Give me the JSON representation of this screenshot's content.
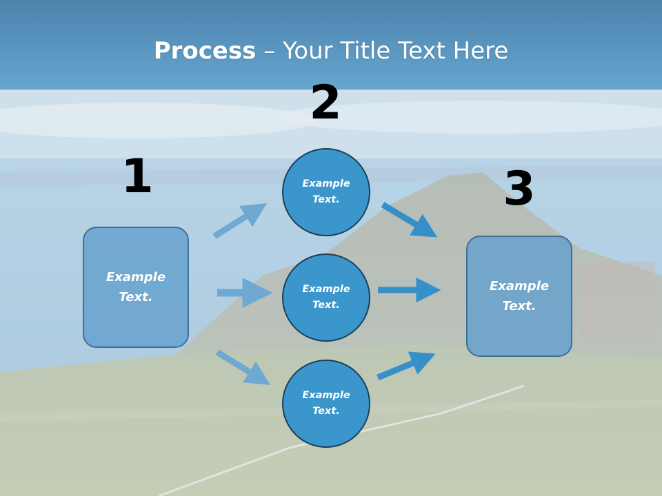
{
  "slide": {
    "title_bold": "Process",
    "title_rest": " – Your Title Text Here"
  },
  "steps": [
    {
      "number": "1",
      "text": "Example Text."
    },
    {
      "number": "2"
    },
    {
      "number": "3",
      "text": "Example Text."
    }
  ],
  "circles": [
    {
      "text": "Example Text."
    },
    {
      "text": "Example Text."
    },
    {
      "text": "Example Text."
    }
  ],
  "colors": {
    "box_fill": "#64a0cd",
    "box_border": "#3f6f96",
    "circle_fill": "#3a96cb",
    "circle_border": "#1d3d57",
    "arrow_dark": "#3590c9",
    "arrow_light": "#6fa9d2",
    "header_band": "#4e8fb9"
  }
}
